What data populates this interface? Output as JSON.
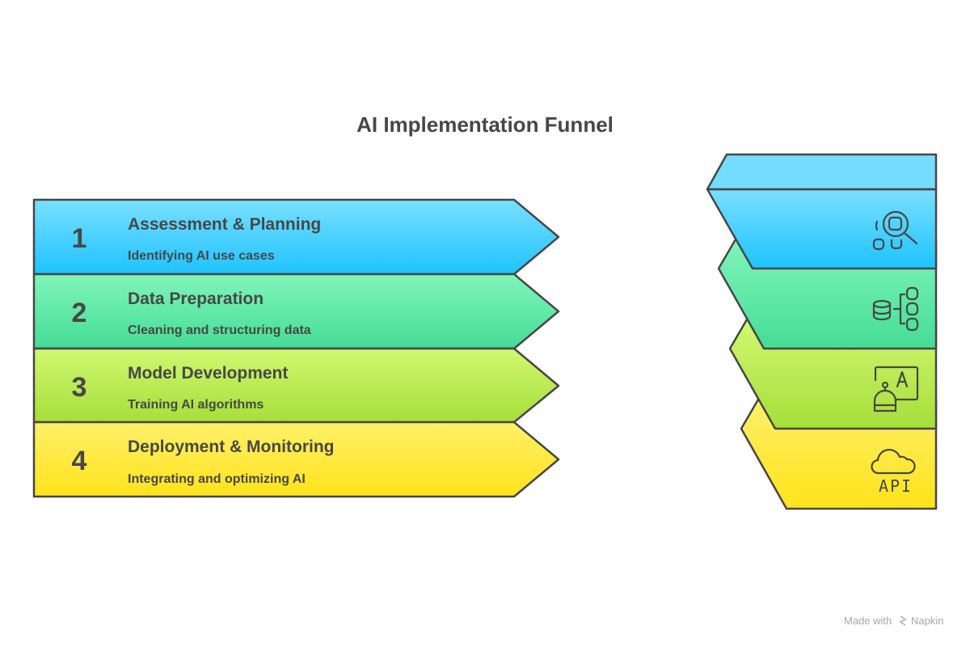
{
  "title": "AI Implementation Funnel",
  "stages": [
    {
      "number": "1",
      "title": "Assessment & Planning",
      "description": "Identifying AI use cases",
      "icon": "search-analysis-icon",
      "color_top": "#7ADFFF",
      "color_bottom": "#1EC3FF"
    },
    {
      "number": "2",
      "title": "Data Preparation",
      "description": "Cleaning and structuring data",
      "icon": "database-structure-icon",
      "color_top": "#80F5BA",
      "color_bottom": "#45DC96"
    },
    {
      "number": "3",
      "title": "Model Development",
      "description": "Training AI algorithms",
      "icon": "robot-training-icon",
      "color_top": "#D0F870",
      "color_bottom": "#A6DE3A"
    },
    {
      "number": "4",
      "title": "Deployment & Monitoring",
      "description": "Integrating and optimizing AI",
      "icon": "cloud-api-icon",
      "color_top": "#FFF06A",
      "color_bottom": "#FFE31A"
    }
  ],
  "api_label": "API",
  "credit": "Made with",
  "credit_brand": "Napkin"
}
